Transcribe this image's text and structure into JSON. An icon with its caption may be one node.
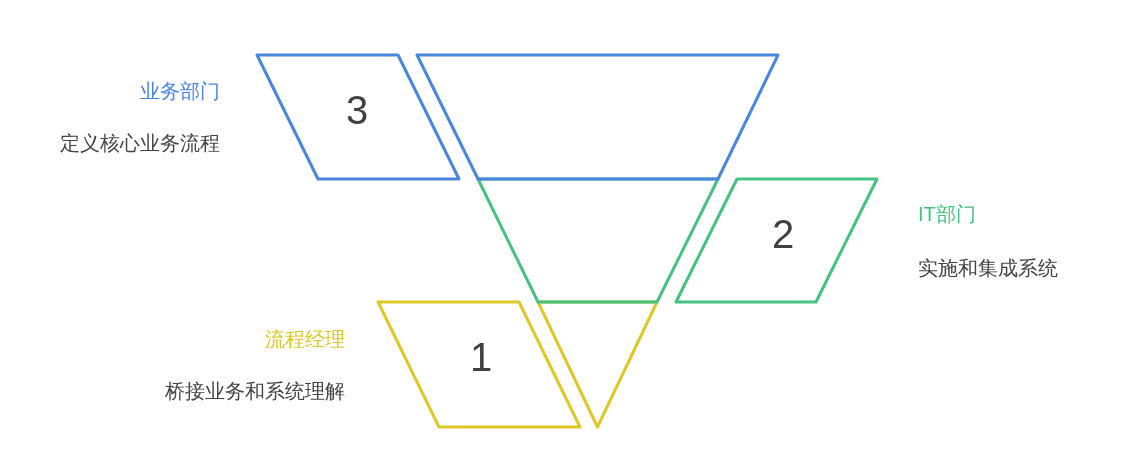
{
  "diagram": {
    "nodes": [
      {
        "text": [
          "3"
        ],
        "beside": [
          "业务部门",
          "定义核心业务流程"
        ]
      },
      {
        "text": [],
        "shape": "trapezoid"
      },
      {
        "text": [],
        "shape": "trapezoid"
      },
      {
        "text": [
          "2"
        ],
        "beside": [
          "IT部门",
          "实施和集成系统"
        ]
      },
      {
        "text": [
          "1"
        ],
        "beside": [
          "流程经理",
          "桥接业务和系统理解"
        ]
      },
      {
        "text": [],
        "shape": "triangle"
      }
    ]
  }
}
